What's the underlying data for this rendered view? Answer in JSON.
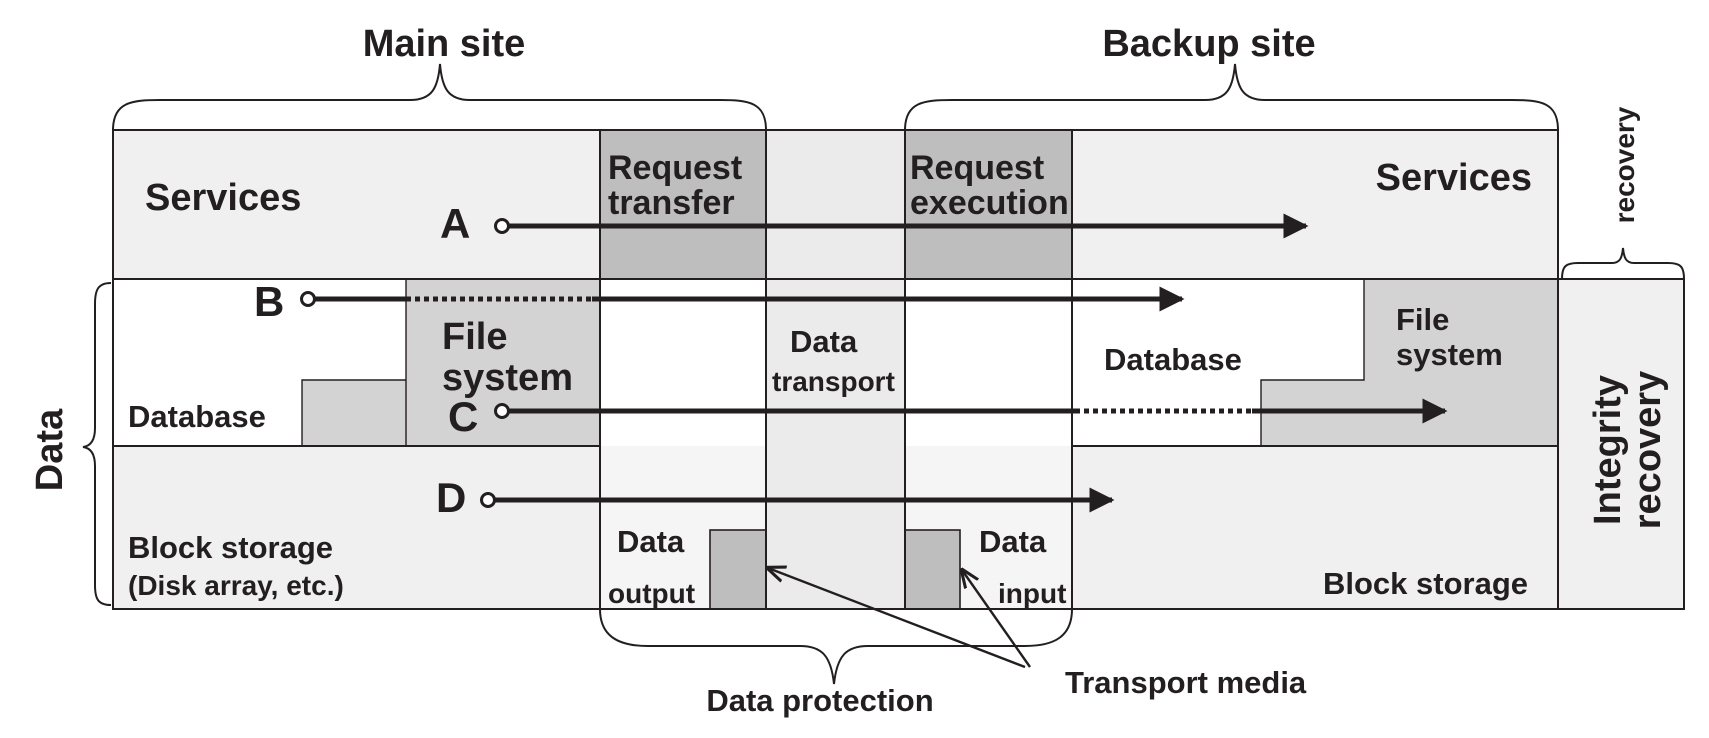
{
  "headers": {
    "main_site": "Main site",
    "backup_site": "Backup site"
  },
  "main": {
    "services": "Services",
    "file_system_line1": "File",
    "file_system_line2": "system",
    "database": "Database",
    "block_storage": "Block storage",
    "block_storage_sub": "(Disk array, etc.)"
  },
  "middle": {
    "request_transfer_line1": "Request",
    "request_transfer_line2": "transfer",
    "request_execution_line1": "Request",
    "request_execution_line2": "execution",
    "data_transport_line1": "Data",
    "data_transport_line2": "transport",
    "data_output_line1": "Data",
    "data_output_line2": "output",
    "data_input_line1": "Data",
    "data_input_line2": "input"
  },
  "backup": {
    "services": "Services",
    "database": "Database",
    "file_system_line1": "File",
    "file_system_line2": "system",
    "block_storage": "Block storage"
  },
  "side": {
    "data": "Data",
    "recovery_top": "recovery",
    "integrity_line1": "Integrity",
    "integrity_line2": "recovery"
  },
  "bottom": {
    "data_protection": "Data protection",
    "transport_media": "Transport media"
  },
  "paths": {
    "a": "A",
    "b": "B",
    "c": "C",
    "d": "D"
  },
  "colors": {
    "light_fill": "#f0f0f0",
    "medium_fill": "#d3d3d3",
    "dark_fill": "#bebebe",
    "line": "#231f20"
  }
}
